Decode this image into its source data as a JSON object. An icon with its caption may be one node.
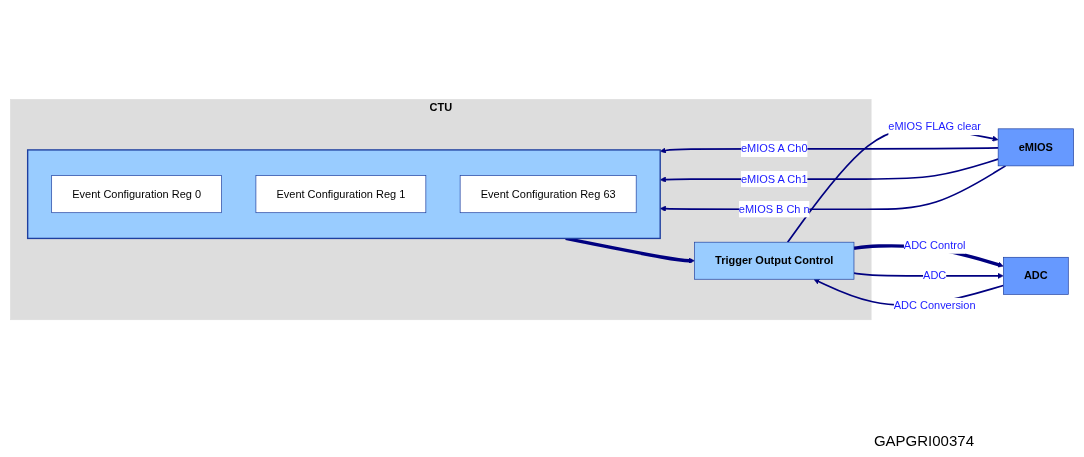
{
  "diagram": {
    "nodes": [
      {
        "text": [
          "eMIOS"
        ]
      },
      {
        "text": [
          "CTU"
        ]
      },
      {
        "text": [],
        "shape": "box",
        "in": 1
      },
      {
        "text": [
          "Event Configuration Reg 0"
        ],
        "in": 2
      },
      {
        "text": [
          "Event Configuration Reg 1"
        ],
        "in": 2
      },
      {
        "text": [
          "Event Configuration Reg 63"
        ],
        "in": 2
      },
      {
        "text": [
          "Trigger Output Control"
        ],
        "in": 1
      },
      {
        "text": [
          "ADC"
        ]
      }
    ],
    "edges": [
      {
        "from": 0,
        "to": 2,
        "arrow": "to",
        "label": "eMIOS A Ch0"
      },
      {
        "from": 0,
        "to": 2,
        "arrow": "to",
        "label": "eMIOS A Ch1"
      },
      {
        "from": 0,
        "to": 2,
        "arrow": "to",
        "label": "eMIOS B Ch n"
      },
      {
        "from": 2,
        "to": 6,
        "arrow": "to",
        "style": "thick"
      },
      {
        "from": 6,
        "to": 0,
        "arrow": "to",
        "label": "eMIOS FLAG clear"
      },
      {
        "from": 6,
        "to": 7,
        "arrow": "to",
        "label": "ADC Control",
        "style": "thick"
      },
      {
        "from": 6,
        "to": 7,
        "arrow": "to",
        "label": "ADC"
      },
      {
        "from": 7,
        "to": 6,
        "arrow": "to",
        "label": "ADC Conversion"
      }
    ],
    "labels": [
      "GAPGRI00374"
    ]
  }
}
